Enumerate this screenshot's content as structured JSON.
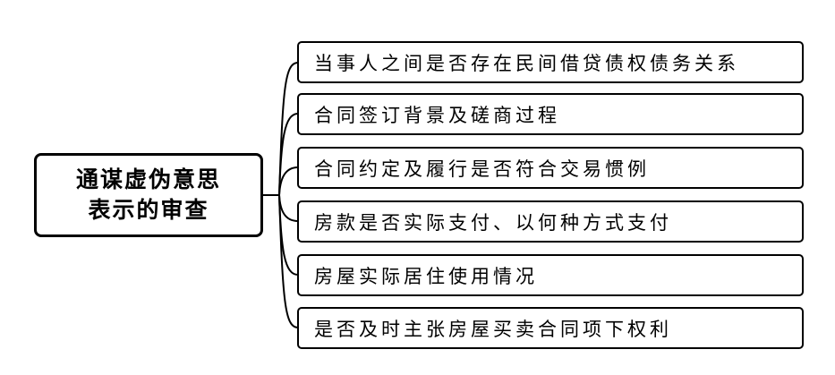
{
  "root": {
    "line1": "通谋虚伪意思",
    "line2": "表示的审查"
  },
  "branches": [
    {
      "label": "当事人之间是否存在民间借贷债权债务关系"
    },
    {
      "label": "合同签订背景及磋商过程"
    },
    {
      "label": "合同约定及履行是否符合交易惯例"
    },
    {
      "label": "房款是否实际支付、以何种方式支付"
    },
    {
      "label": "房屋实际居住使用情况"
    },
    {
      "label": "是否及时主张房屋买卖合同项下权利"
    }
  ]
}
